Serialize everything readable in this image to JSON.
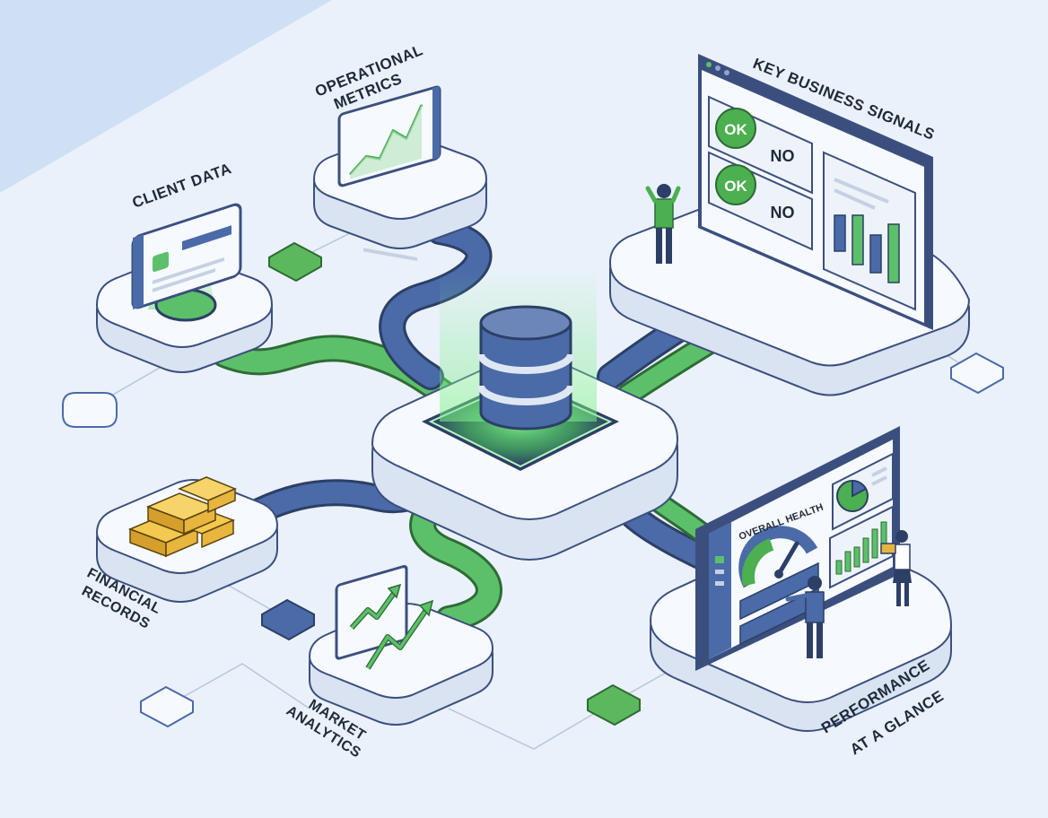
{
  "labels": {
    "client_data": "CLIENT DATA",
    "operational_metrics_1": "OPERATIONAL",
    "operational_metrics_2": "METRICS",
    "key_business_signals": "KEY BUSINESS SIGNALS",
    "financial_records_1": "FINANCIAL",
    "financial_records_2": "RECORDS",
    "market_analytics_1": "MARKET",
    "market_analytics_2": "ANALYTICS",
    "performance_1": "PERFORMANCE",
    "performance_2": "AT A GLANCE",
    "overall_health": "OVERALL HEALTH"
  },
  "signals": [
    {
      "status": "OK",
      "alt": "NO"
    },
    {
      "status": "OK",
      "alt": "NO"
    }
  ],
  "colors": {
    "background": "#eaf1fa",
    "green": "#4caf50",
    "green_light": "#7ed38a",
    "blue": "#4a6aa8",
    "navy": "#3b4f7f",
    "platform": "#f4f7fb",
    "gold": "#e6b340"
  },
  "icons": [
    "database-icon",
    "gold-bars-icon",
    "line-chart-icon",
    "gauge-icon",
    "pie-chart-icon",
    "bar-chart-icon",
    "person-icon"
  ]
}
